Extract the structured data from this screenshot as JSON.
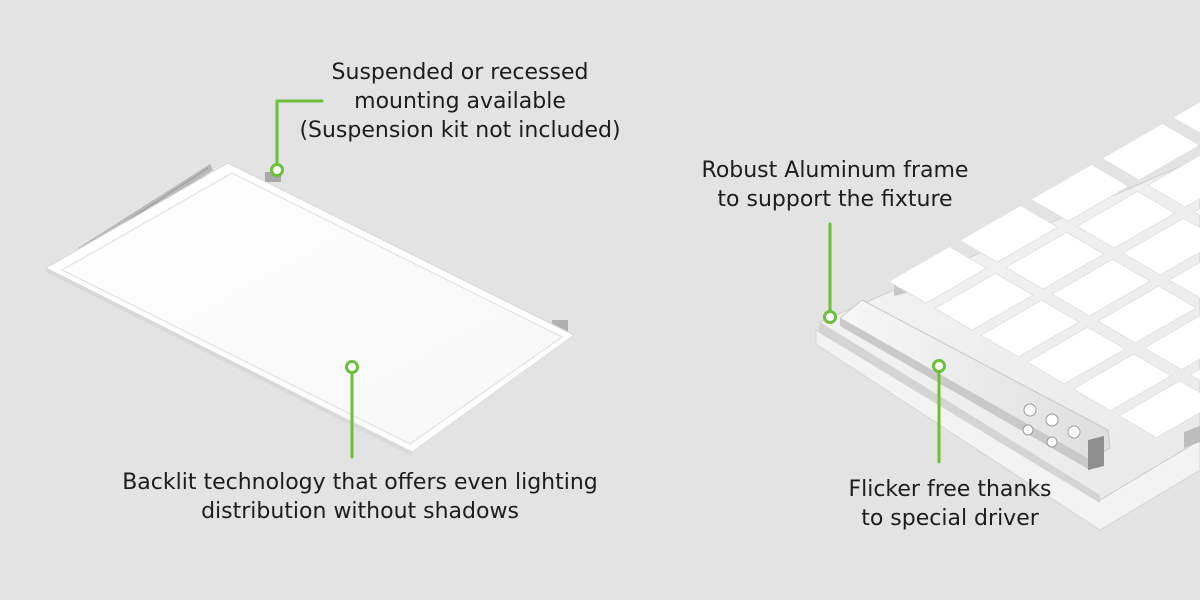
{
  "palette": {
    "background": "#e3e3e3",
    "accent": "#6cbf3a",
    "text": "#1d1d1d",
    "panel": "#ffffff"
  },
  "callouts": {
    "mounting": {
      "lines": [
        "Suspended or recessed",
        "mounting available",
        "(Suspension kit not included)"
      ]
    },
    "backlit": {
      "lines": [
        "Backlit technology that offers even lighting",
        "distribution without shadows"
      ]
    },
    "frame": {
      "lines": [
        "Robust Aluminum frame",
        "to support the fixture"
      ]
    },
    "flicker": {
      "lines": [
        "Flicker free thanks",
        "to special driver"
      ]
    }
  }
}
